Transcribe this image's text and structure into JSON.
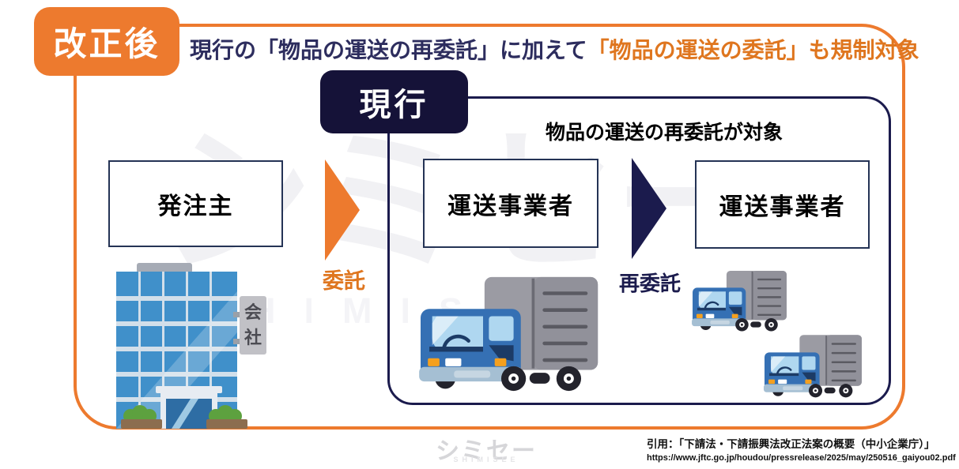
{
  "badges": {
    "after": "改正後",
    "current": "現行"
  },
  "headline": {
    "prefix": "現行の「物品の運送の再委託」に加えて",
    "highlight": "「物品の運送の委託」も規制対象"
  },
  "current_scope_title": "物品の運送の再委託が対象",
  "entities": {
    "orderer": "発注主",
    "carrier_first": "運送事業者",
    "carrier_second": "運送事業者"
  },
  "flows": {
    "consignment": "委託",
    "reconsignment": "再委託"
  },
  "building": {
    "sign": "会社"
  },
  "watermark": {
    "main": "シミセー",
    "sub": "SHIMISEE"
  },
  "footer": {
    "logo": "シミセー",
    "logo_sub": "SHIMISEE",
    "citation_title": "引用：「下請法・下請振興法改正法案の概要（中小企業庁）」",
    "citation_url": "https://www.jftc.go.jp/houdou/pressrelease/2025/may/250516_gaiyou02.pdf"
  },
  "colors": {
    "orange": "#ed7a2e",
    "orange_text": "#df761f",
    "navy_frame": "#1b1b4d",
    "navy_badge": "#151238",
    "navy_text": "#2d2d5e",
    "box_border": "#243355"
  }
}
